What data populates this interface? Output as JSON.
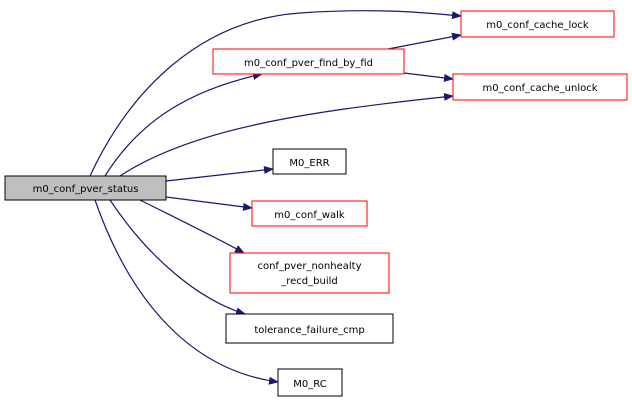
{
  "diagram": {
    "type": "call-graph",
    "edge_color": "#191970",
    "root": {
      "id": "root",
      "label": "m0_conf_pver_status",
      "fill": "#bfbfbf",
      "border": "#000000"
    },
    "nodes": [
      {
        "id": "cache_lock",
        "lines": [
          "m0_conf_cache_lock"
        ],
        "border": "#ff0000"
      },
      {
        "id": "find_by_fid",
        "lines": [
          "m0_conf_pver_find_by_fid"
        ],
        "border": "#ff0000"
      },
      {
        "id": "cache_unlock",
        "lines": [
          "m0_conf_cache_unlock"
        ],
        "border": "#ff0000"
      },
      {
        "id": "m0_err",
        "lines": [
          "M0_ERR"
        ],
        "border": "#000000"
      },
      {
        "id": "conf_walk",
        "lines": [
          "m0_conf_walk"
        ],
        "border": "#ff0000"
      },
      {
        "id": "nonhealty",
        "lines": [
          "conf_pver_nonhealty",
          "_recd_build"
        ],
        "border": "#ff0000"
      },
      {
        "id": "tolerance",
        "lines": [
          "tolerance_failure_cmp"
        ],
        "border": "#000000"
      },
      {
        "id": "m0_rc",
        "lines": [
          "M0_RC"
        ],
        "border": "#000000"
      }
    ],
    "edges": [
      {
        "from": "root",
        "to": "cache_lock"
      },
      {
        "from": "root",
        "to": "find_by_fid"
      },
      {
        "from": "root",
        "to": "cache_unlock"
      },
      {
        "from": "root",
        "to": "m0_err"
      },
      {
        "from": "root",
        "to": "conf_walk"
      },
      {
        "from": "root",
        "to": "nonhealty"
      },
      {
        "from": "root",
        "to": "tolerance"
      },
      {
        "from": "root",
        "to": "m0_rc"
      },
      {
        "from": "find_by_fid",
        "to": "cache_lock"
      },
      {
        "from": "find_by_fid",
        "to": "cache_unlock"
      }
    ]
  }
}
